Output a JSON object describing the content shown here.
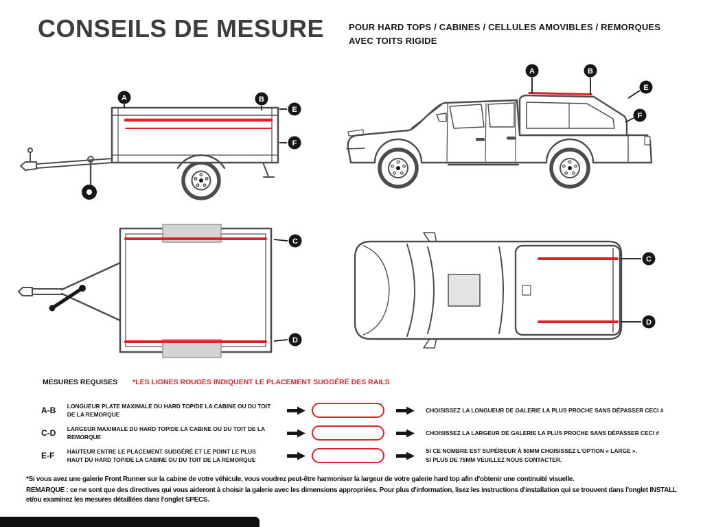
{
  "header": {
    "title": "CONSEILS DE MESURE",
    "subtitle_line1": "POUR HARD TOPS / CABINES / CELLULES AMOVIBLES / REMORQUES",
    "subtitle_line2": "AVEC TOITS RIGIDE"
  },
  "markers": {
    "a": "A",
    "b": "B",
    "c": "C",
    "d": "D",
    "e": "E",
    "f": "F"
  },
  "measures": {
    "heading": "MESURES REQUISES",
    "legend_note": "*LES LIGNES ROUGES INDIQUENT LE PLACEMENT SUGGÉRÉ DES RAILS",
    "rows": [
      {
        "key": "A-B",
        "description": "LONGUEUR PLATE MAXIMALE DU HARD TOP/DE LA CABINE OU DU TOIT DE LA REMORQUE",
        "instruction": "CHOISISSEZ LA LONGUEUR DE GALERIE LA PLUS PROCHE SANS DÉPASSER CECI #"
      },
      {
        "key": "C-D",
        "description": "LARGEUR MAXIMALE DU HARD TOP/DE LA CABINE OU DU TOIT DE LA REMORQUE",
        "instruction": "CHOISISSEZ LA LARGEUR DE GALERIE LA PLUS PROCHE SANS DÉPASSER CECI #"
      },
      {
        "key": "E-F",
        "description": "HAUTEUR ENTRE LE PLACEMENT SUGGÉRÉ ET LE POINT LE PLUS HAUT DU HARD TOP/DE LA CABINE OU DU TOIT DE LA REMORQUE",
        "instruction": "SI CE NOMBRE EST SUPÉRIEUR À 50MM CHOISISSEZ L'OPTION « LARGE ».",
        "instruction2": "SI PLUS DE 75MM VEUILLEZ NOUS CONTACTER."
      }
    ]
  },
  "footnote": {
    "line1": "*Si vous avez une galerie Front Runner sur la cabine de votre véhicule, vous voudrez peut-être harmoniser la largeur de votre galerie hard top afin d'obtenir une continuité visuelle.",
    "line2": "REMARQUE : ce ne sont que des directives qui vous aideront à choisir la galerie avec les dimensions appropriées. Pour plus d'information, lisez les instructions d'installation qui se trouvent dans l'onglet INSTALL et/ou examinez les mesures détaillées dans l'onglet SPECS."
  },
  "colors": {
    "rail_red": "#e01f26",
    "line_art_gray": "#4a4d50",
    "marker_black": "#161616",
    "title_gray": "#3d3d3d"
  }
}
